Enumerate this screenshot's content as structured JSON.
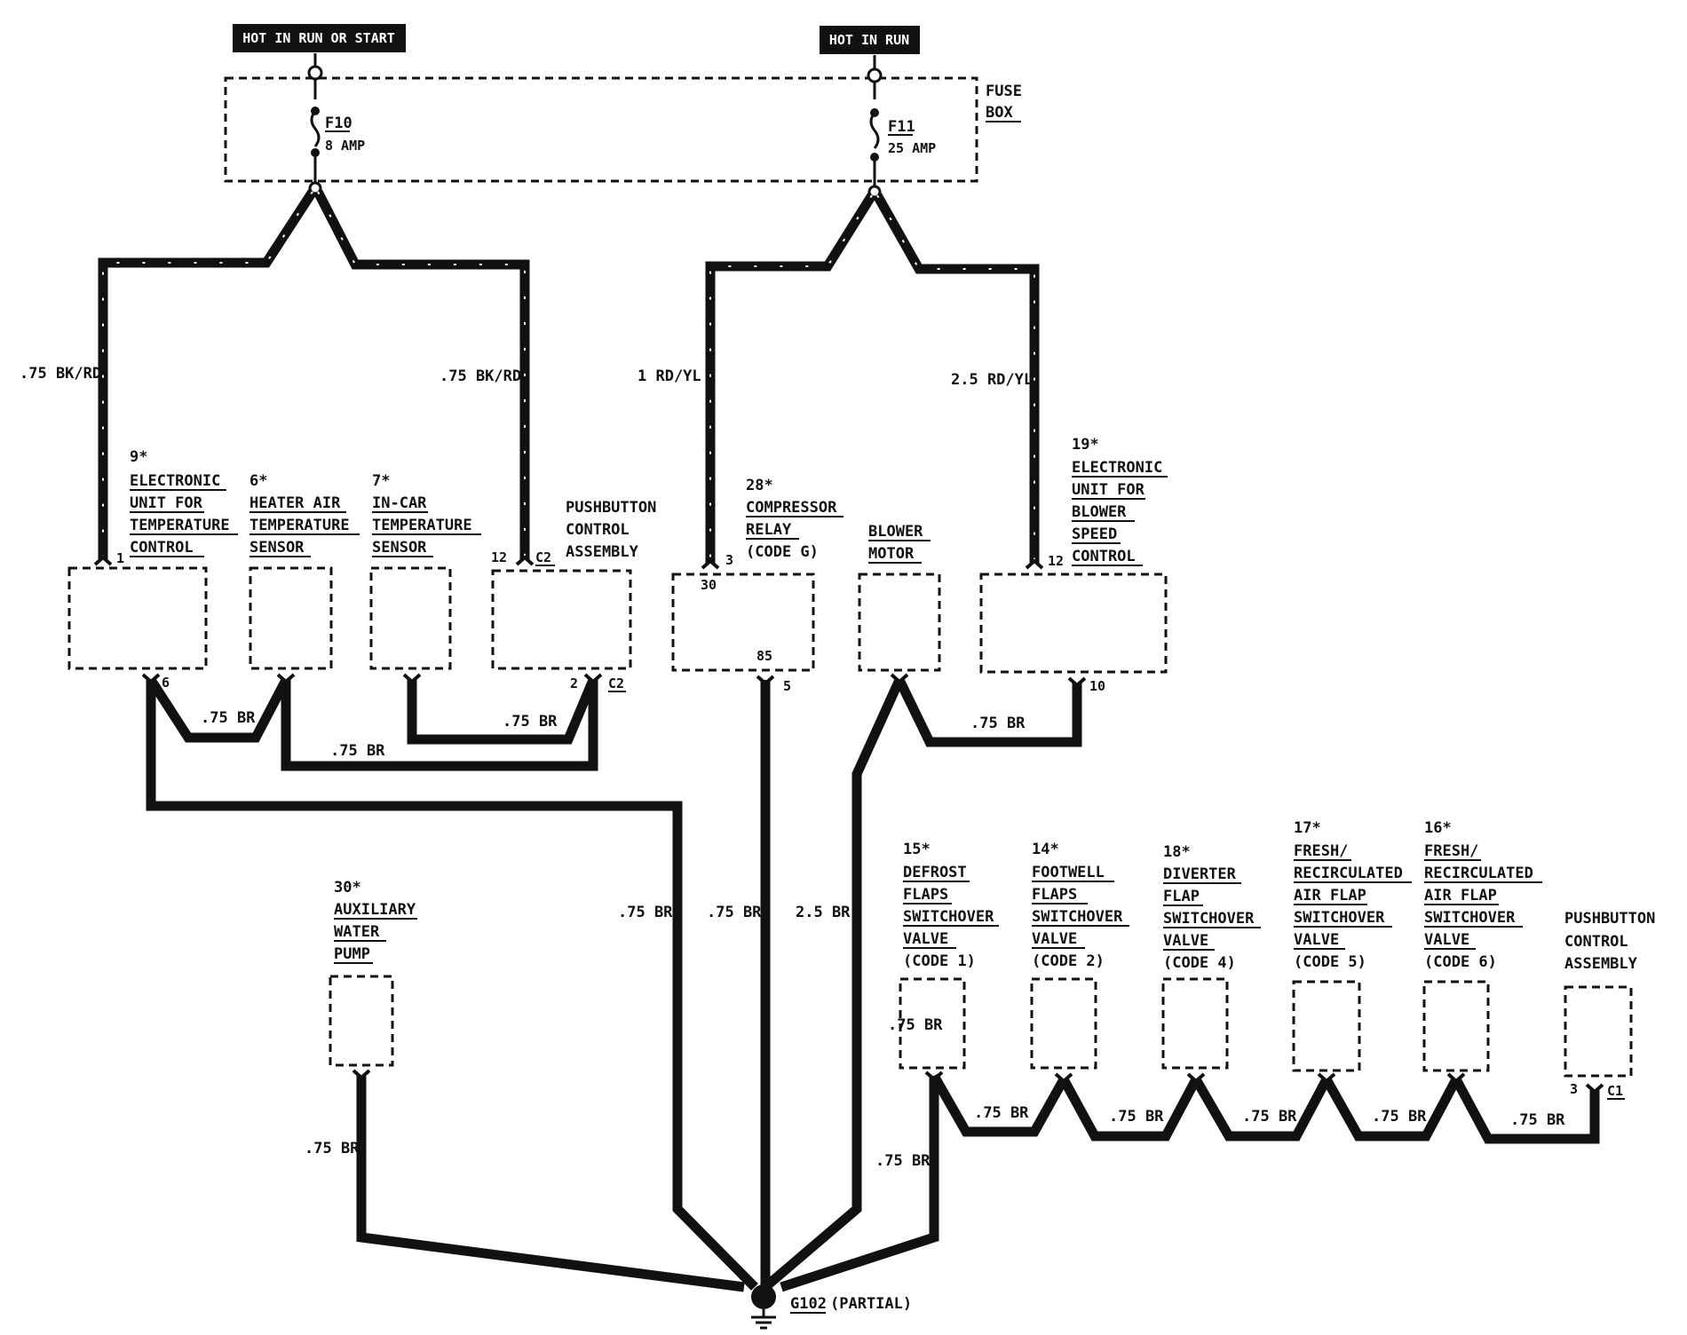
{
  "power": {
    "left_label": "HOT IN RUN OR START",
    "right_label": "HOT IN RUN"
  },
  "fuse_box": {
    "label_line1": "FUSE",
    "label_line2": "BOX",
    "f10_name": "F10",
    "f10_rating": "8 AMP",
    "f11_name": "F11",
    "f11_rating": "25 AMP"
  },
  "wires": {
    "w_left_outer": ".75 BK/RD",
    "w_left_inner": ".75 BK/RD",
    "w_right_inner": "1 RD/YL",
    "w_right_outer": "2.5 RD/YL",
    "g1": ".75 BR",
    "g2": ".75 BR",
    "g3": ".75 BR",
    "g4": ".75 BR",
    "g5": ".75 BR",
    "g6": ".75 BR",
    "g7": ".75 BR",
    "g8": "2.5 BR",
    "g9": ".75 BR",
    "g10": ".75 BR",
    "g11": ".75 BR",
    "g12": ".75 BR",
    "g13": ".75 BR",
    "g14": ".75 BR",
    "g15": ".75 BR"
  },
  "components": {
    "etc": {
      "ref": "9*",
      "l1": "ELECTRONIC",
      "l2": "UNIT FOR",
      "l3": "TEMPERATURE",
      "l4": "CONTROL",
      "pin_top": "1",
      "pin_bottom": "6"
    },
    "heater_sensor": {
      "ref": "6*",
      "l1": "HEATER AIR",
      "l2": "TEMPERATURE",
      "l3": "SENSOR"
    },
    "incar_sensor": {
      "ref": "7*",
      "l1": "IN-CAR",
      "l2": "TEMPERATURE",
      "l3": "SENSOR"
    },
    "pushbutton1": {
      "l1": "PUSHBUTTON",
      "l2": "CONTROL",
      "l3": "ASSEMBLY",
      "pin_top": "12",
      "conn_top": "C2",
      "pin_bottom": "2",
      "conn_bottom": "C2"
    },
    "relay": {
      "ref": "28*",
      "l1": "COMPRESSOR",
      "l2": "RELAY",
      "l3": "(CODE G)",
      "pin_top": "3",
      "term_top": "30",
      "term_bottom": "85",
      "pin_bottom": "5"
    },
    "blower_motor": {
      "l1": "BLOWER",
      "l2": "MOTOR"
    },
    "blower_unit": {
      "ref": "19*",
      "l1": "ELECTRONIC",
      "l2": "UNIT FOR",
      "l3": "BLOWER",
      "l4": "SPEED",
      "l5": "CONTROL",
      "pin_top": "12",
      "pin_bottom": "10"
    },
    "aux_pump": {
      "ref": "30*",
      "l1": "AUXILIARY",
      "l2": "WATER",
      "l3": "PUMP"
    },
    "defrost": {
      "ref": "15*",
      "l1": "DEFROST",
      "l2": "FLAPS",
      "l3": "SWITCHOVER",
      "l4": "VALVE",
      "l5": "(CODE 1)"
    },
    "footwell": {
      "ref": "14*",
      "l1": "FOOTWELL",
      "l2": "FLAPS",
      "l3": "SWITCHOVER",
      "l4": "VALVE",
      "l5": "(CODE 2)"
    },
    "diverter": {
      "ref": "18*",
      "l1": "DIVERTER",
      "l2": "FLAP",
      "l3": "SWITCHOVER",
      "l4": "VALVE",
      "l5": "(CODE 4)"
    },
    "fresh17": {
      "ref": "17*",
      "l1": "FRESH/",
      "l2": "RECIRCULATED",
      "l3": "AIR FLAP",
      "l4": "SWITCHOVER",
      "l5": "VALVE",
      "l6": "(CODE 5)"
    },
    "fresh16": {
      "ref": "16*",
      "l1": "FRESH/",
      "l2": "RECIRCULATED",
      "l3": "AIR FLAP",
      "l4": "SWITCHOVER",
      "l5": "VALVE",
      "l6": "(CODE 6)"
    },
    "pushbutton2": {
      "l1": "PUSHBUTTON",
      "l2": "CONTROL",
      "l3": "ASSEMBLY",
      "pin": "3",
      "conn": "C1"
    }
  },
  "ground": {
    "name": "G102",
    "suffix": "(PARTIAL)"
  }
}
